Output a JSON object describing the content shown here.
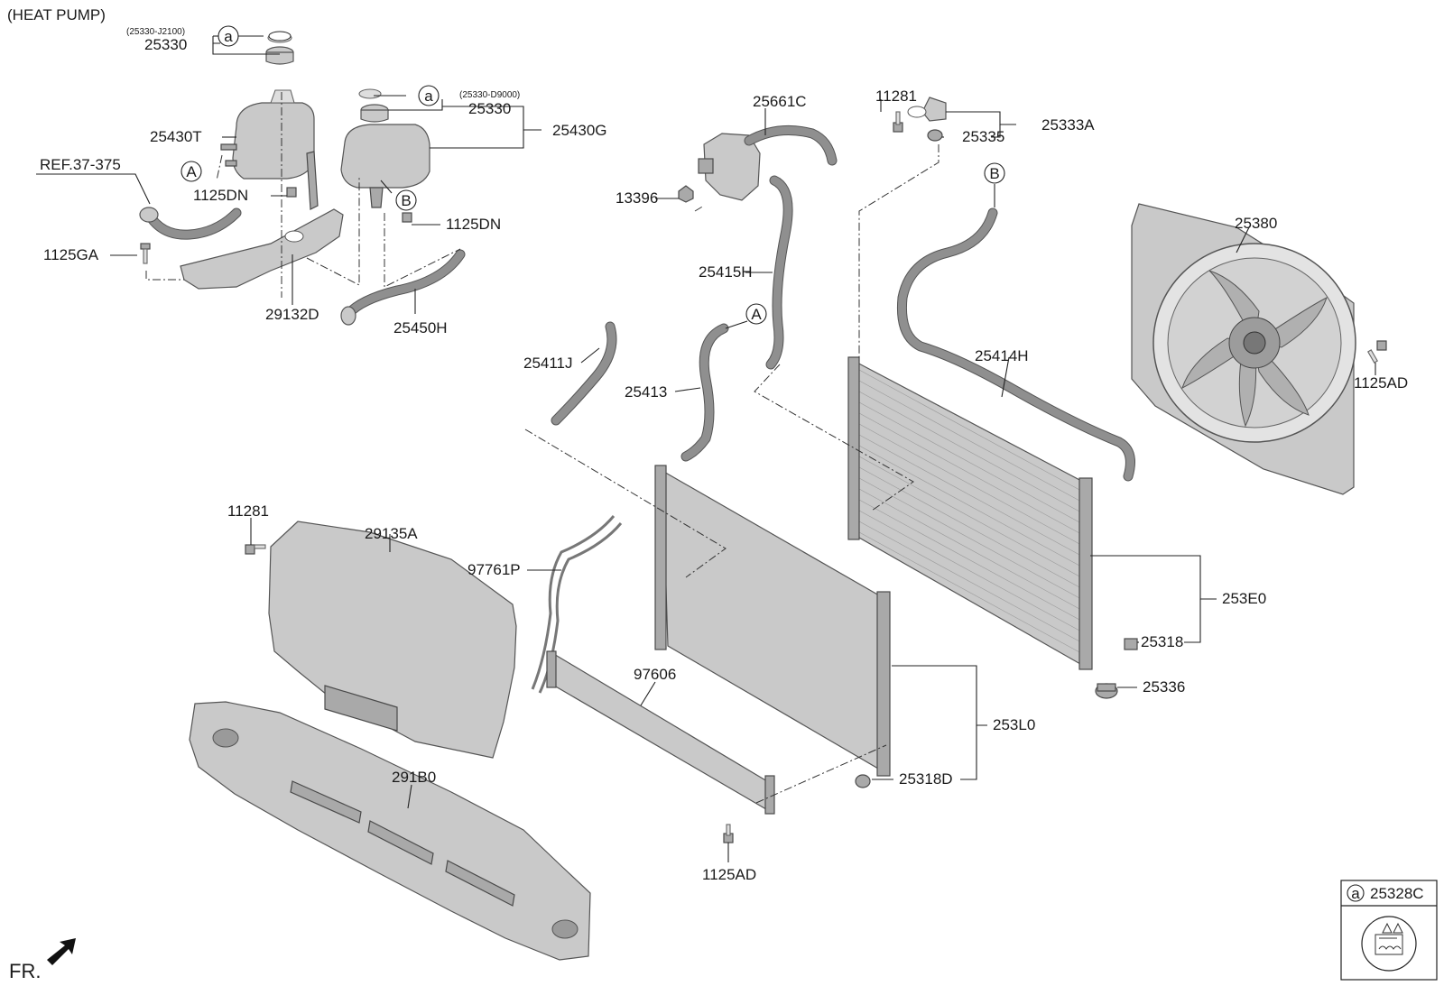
{
  "title": "(HEAT PUMP)",
  "front_label": "FR.",
  "callouts": {
    "a": "a",
    "A": "A",
    "B": "B"
  },
  "labels": {
    "cap_variant_1": "(25330-J2100)",
    "cap_1": "25330",
    "cap_variant_2": "(25330-D9000)",
    "cap_2": "25330",
    "reservoir_1": "25430T",
    "reservoir_2": "25430G",
    "ref": "REF.37-375",
    "bolt_1125dn_1": "1125DN",
    "bolt_1125dn_2": "1125DN",
    "bolt_1125ga": "1125GA",
    "bracket": "29132D",
    "hose_25450h": "25450H",
    "valve": "25661C",
    "nut_13396": "13396",
    "hose_25415h": "25415H",
    "bolt_11281_top": "11281",
    "part_25333a": "25333A",
    "part_25335": "25335",
    "fan_shroud": "25380",
    "bolt_1125ad_right": "1125AD",
    "hose_25414h": "25414H",
    "hose_25411j": "25411J",
    "hose_25413": "25413",
    "bolt_11281_left": "11281",
    "air_guard": "29135A",
    "pipe_97761p": "97761P",
    "condenser": "97606",
    "radiator_right": "253E0",
    "drain_25318": "25318",
    "mount_25336": "25336",
    "radiator_mid": "253L0",
    "drain_25318d": "25318D",
    "bolt_1125ad_bottom": "1125AD",
    "lower_guard": "291B0",
    "legend_part": "25328C"
  },
  "colors": {
    "line": "#222222",
    "part_fill": "#c9c9c9",
    "part_dark": "#a9a9a9"
  }
}
